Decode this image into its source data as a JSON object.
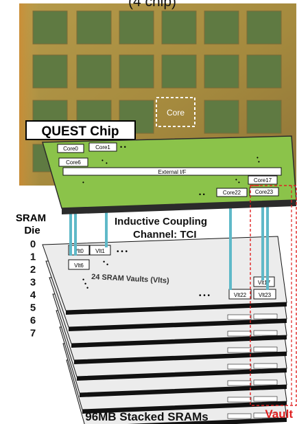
{
  "header_partial": "(4 chip)",
  "chip_photo": {
    "label": "QUEST Chip",
    "core_marker": "Core",
    "colors": {
      "die_bg": "#a89042",
      "core_block": "#5f7a42",
      "edge_glow": "#c47a2c"
    }
  },
  "logic_layer": {
    "cores_top": [
      "Core0",
      "Core1"
    ],
    "core_left": "Core6",
    "bus_label": "External I/F",
    "cores_right": [
      "Core17",
      "Core22",
      "Core23"
    ],
    "colors": {
      "surface": "#8bc34a",
      "side": "#2b2b2b",
      "pad": "#ffffff"
    }
  },
  "sram_stack": {
    "die_axis_title": [
      "SRAM",
      "Die"
    ],
    "die_numbers": [
      "0",
      "1",
      "2",
      "3",
      "4",
      "5",
      "6",
      "7"
    ],
    "vault_labels": [
      "Vlt0",
      "Vlt1",
      "Vlt6",
      "Vlt17",
      "Vlt22",
      "Vlt23"
    ],
    "vault_caption": "24 SRAM Vaults (Vlts)",
    "colors": {
      "die_top": "#ececec",
      "die_side": "#111111"
    }
  },
  "tci": {
    "label_line1": "Inductive Coupling",
    "label_line2": "Channel: TCI",
    "color": "#5fb9c8"
  },
  "vault_callout": {
    "label": "Vault",
    "color": "#e02020"
  },
  "footer_caption": "96MB Stacked SRAMs"
}
